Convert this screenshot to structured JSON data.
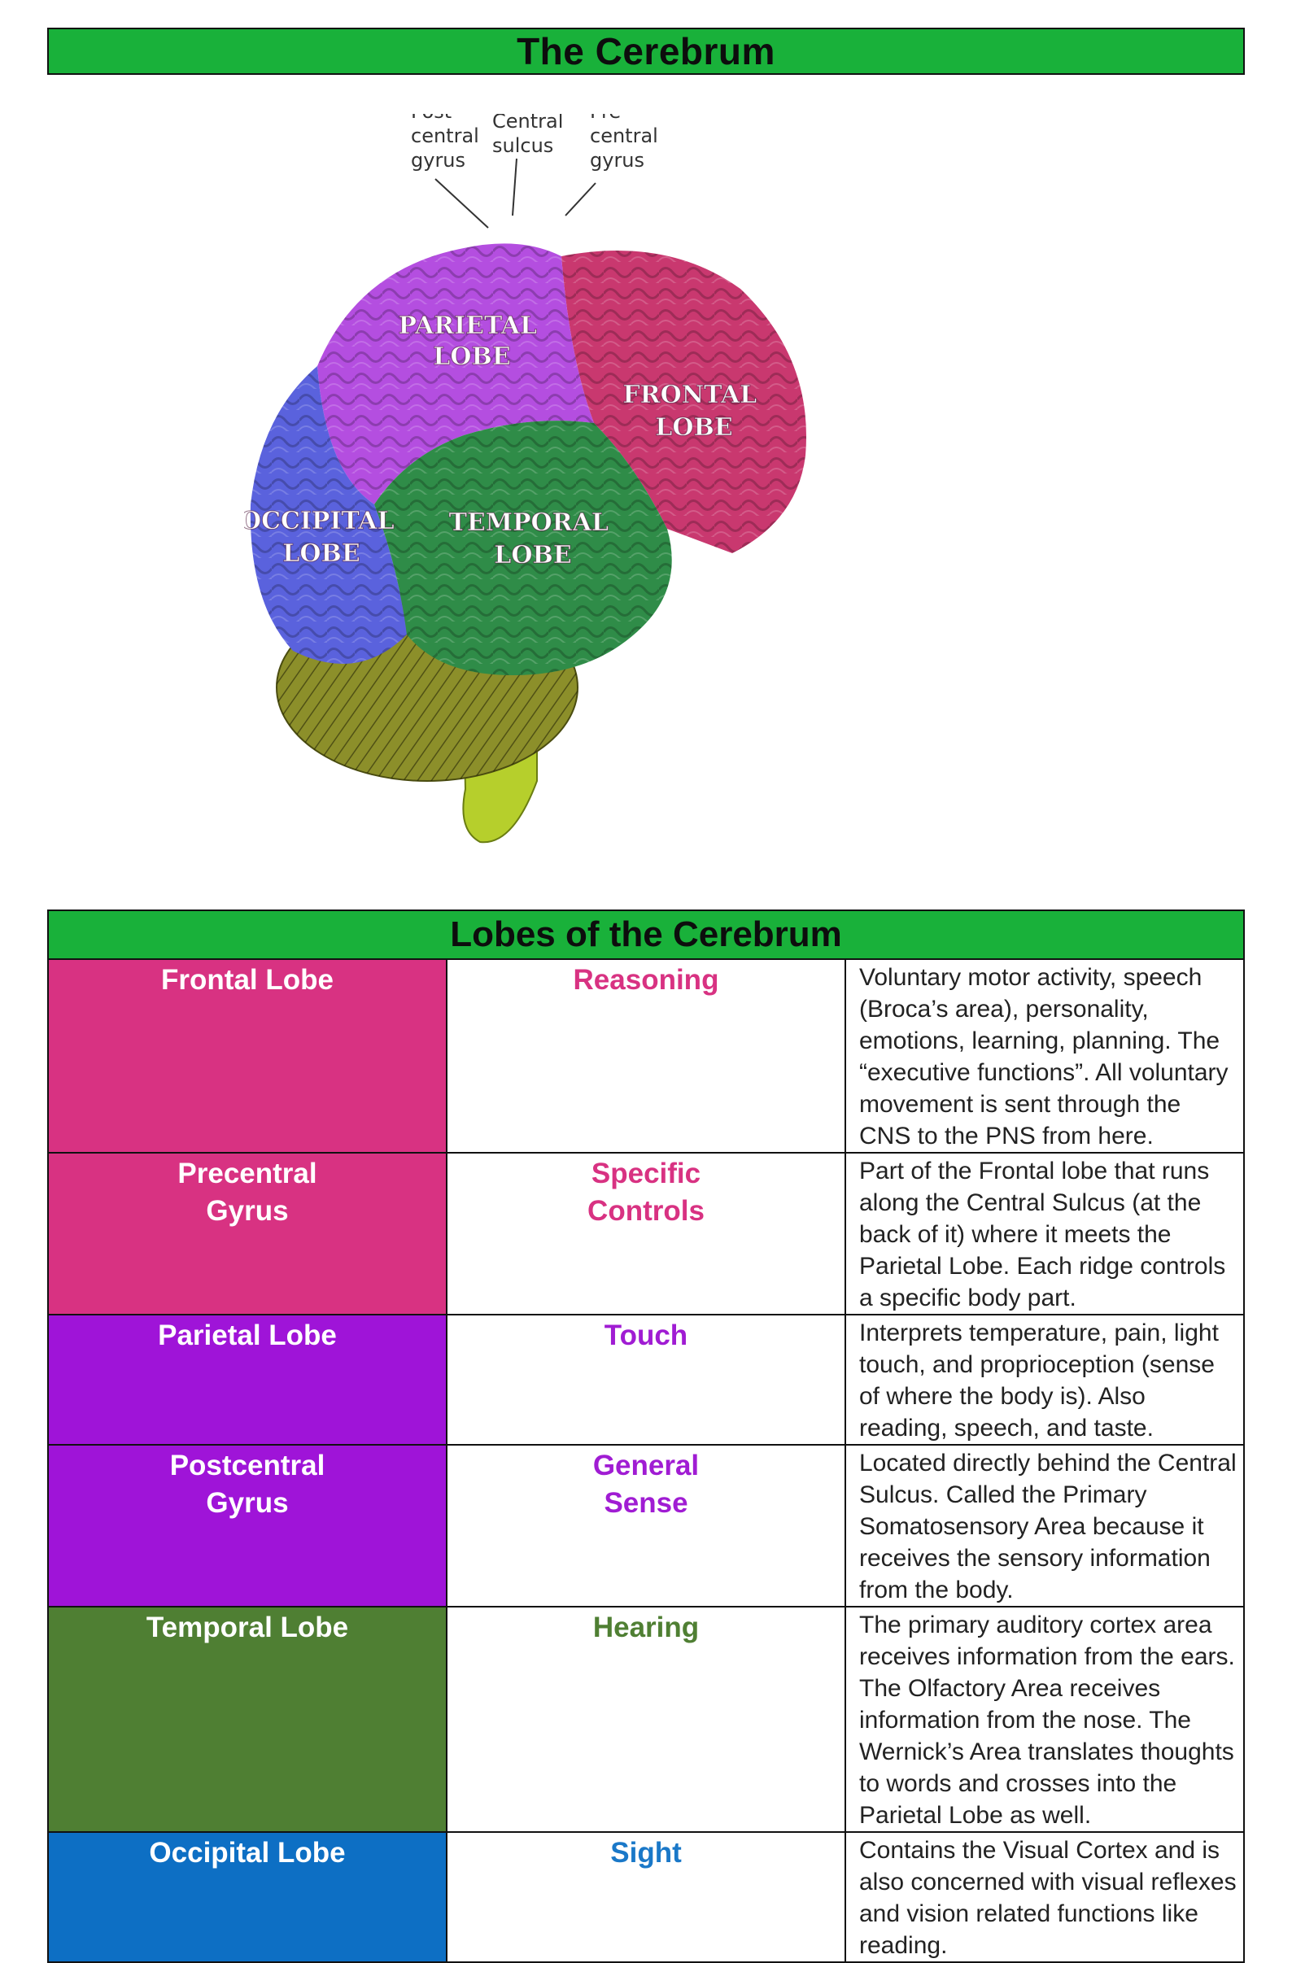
{
  "page_title": "The Cerebrum",
  "figure": {
    "callouts": [
      {
        "key": "postcentral",
        "lines": [
          "Post-",
          "central",
          "gyrus"
        ]
      },
      {
        "key": "central",
        "lines": [
          "Central",
          "sulcus"
        ]
      },
      {
        "key": "precentral",
        "lines": [
          "Pre-",
          "central",
          "gyrus"
        ]
      }
    ],
    "lobe_labels": {
      "parietal": [
        "PARIETAL",
        "LOBE"
      ],
      "frontal": [
        "FRONTAL",
        "LOBE"
      ],
      "occipital": [
        "OCCIPITAL",
        "LOBE"
      ],
      "temporal": [
        "TEMPORAL",
        "LOBE"
      ]
    },
    "colors": {
      "parietal": "#b44ee0",
      "frontal": "#c9386f",
      "occipital": "#5a62dd",
      "temporal": "#2f8c48",
      "cerebellum": "#8c8f2a",
      "brainstem": "#b6cf2c"
    }
  },
  "table": {
    "title": "Lobes of the Cerebrum",
    "rows": [
      {
        "name": "Frontal Lobe",
        "function": "Reasoning",
        "name_bg": "#d83282",
        "function_color": "#d83282",
        "description": "Voluntary motor activity, speech (Broca’s area), personality, emotions, learning, planning. The “executive functions”. All voluntary movement is sent through the CNS to the PNS from here."
      },
      {
        "name": "Precentral\nGyrus",
        "function": "Specific\nControls",
        "name_bg": "#d83282",
        "function_color": "#d83282",
        "description": "Part of the Frontal lobe that runs along the Central Sulcus (at the back of it) where it meets the Parietal Lobe. Each ridge controls a specific body part."
      },
      {
        "name": "Parietal Lobe",
        "function": "Touch",
        "name_bg": "#9f14d8",
        "function_color": "#a01cd3",
        "description": "Interprets temperature, pain, light touch, and proprioception (sense of where the body is). Also reading, speech, and taste."
      },
      {
        "name": "Postcentral\nGyrus",
        "function": "General\nSense",
        "name_bg": "#9f14d8",
        "function_color": "#a01cd3",
        "description": "Located directly behind the Central Sulcus. Called the Primary Somatosensory Area because it receives the sensory information from the body."
      },
      {
        "name": "Temporal Lobe",
        "function": "Hearing",
        "name_bg": "#4f7f33",
        "function_color": "#4f7f33",
        "description": "The primary auditory cortex area receives information from the ears. The Olfactory Area receives information from the nose. The Wernick’s Area translates thoughts to words and crosses into the Parietal Lobe as well."
      },
      {
        "name": "Occipital Lobe",
        "function": "Sight",
        "name_bg": "#0d6fc4",
        "function_color": "#1a78c8",
        "description": "Contains the Visual Cortex and is also concerned with visual reflexes and vision related functions like reading."
      }
    ]
  }
}
